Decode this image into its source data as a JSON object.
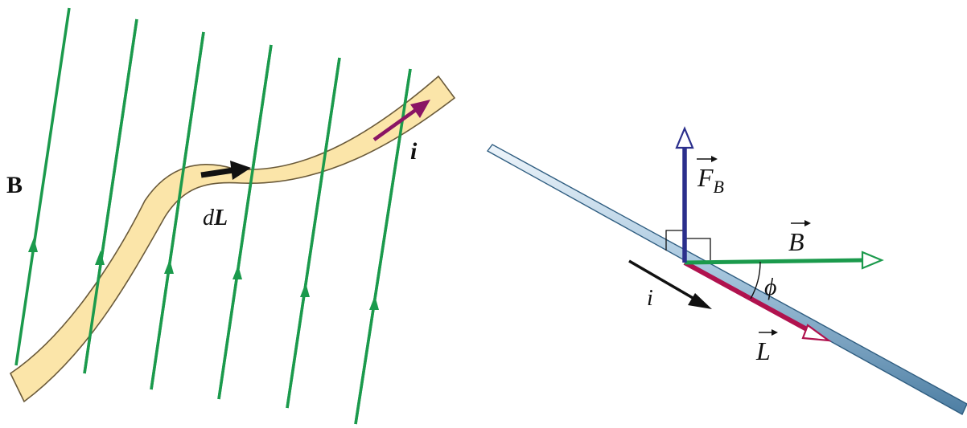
{
  "left_figure": {
    "field_label": "B",
    "element_label_d": "d",
    "element_label_L": "L",
    "current_label": "i",
    "colors": {
      "field_lines": "#1b9a4c",
      "wire_fill": "#fbe5a9",
      "wire_edge": "#6a5a3a",
      "current_arrow": "#8a1464",
      "dl_arrow": "#111111"
    }
  },
  "right_figure": {
    "force_label": "F",
    "force_subscript": "B",
    "field_label": "B",
    "length_label": "L",
    "angle_label": "ϕ",
    "current_label": "i",
    "colors": {
      "force_vector": "#2b2f8c",
      "field_vector": "#1b9a4c",
      "length_vector": "#b0124e",
      "wire_fill": "#a9c8df",
      "wire_edge": "#2f5d80",
      "current_arrow": "#111111"
    }
  }
}
